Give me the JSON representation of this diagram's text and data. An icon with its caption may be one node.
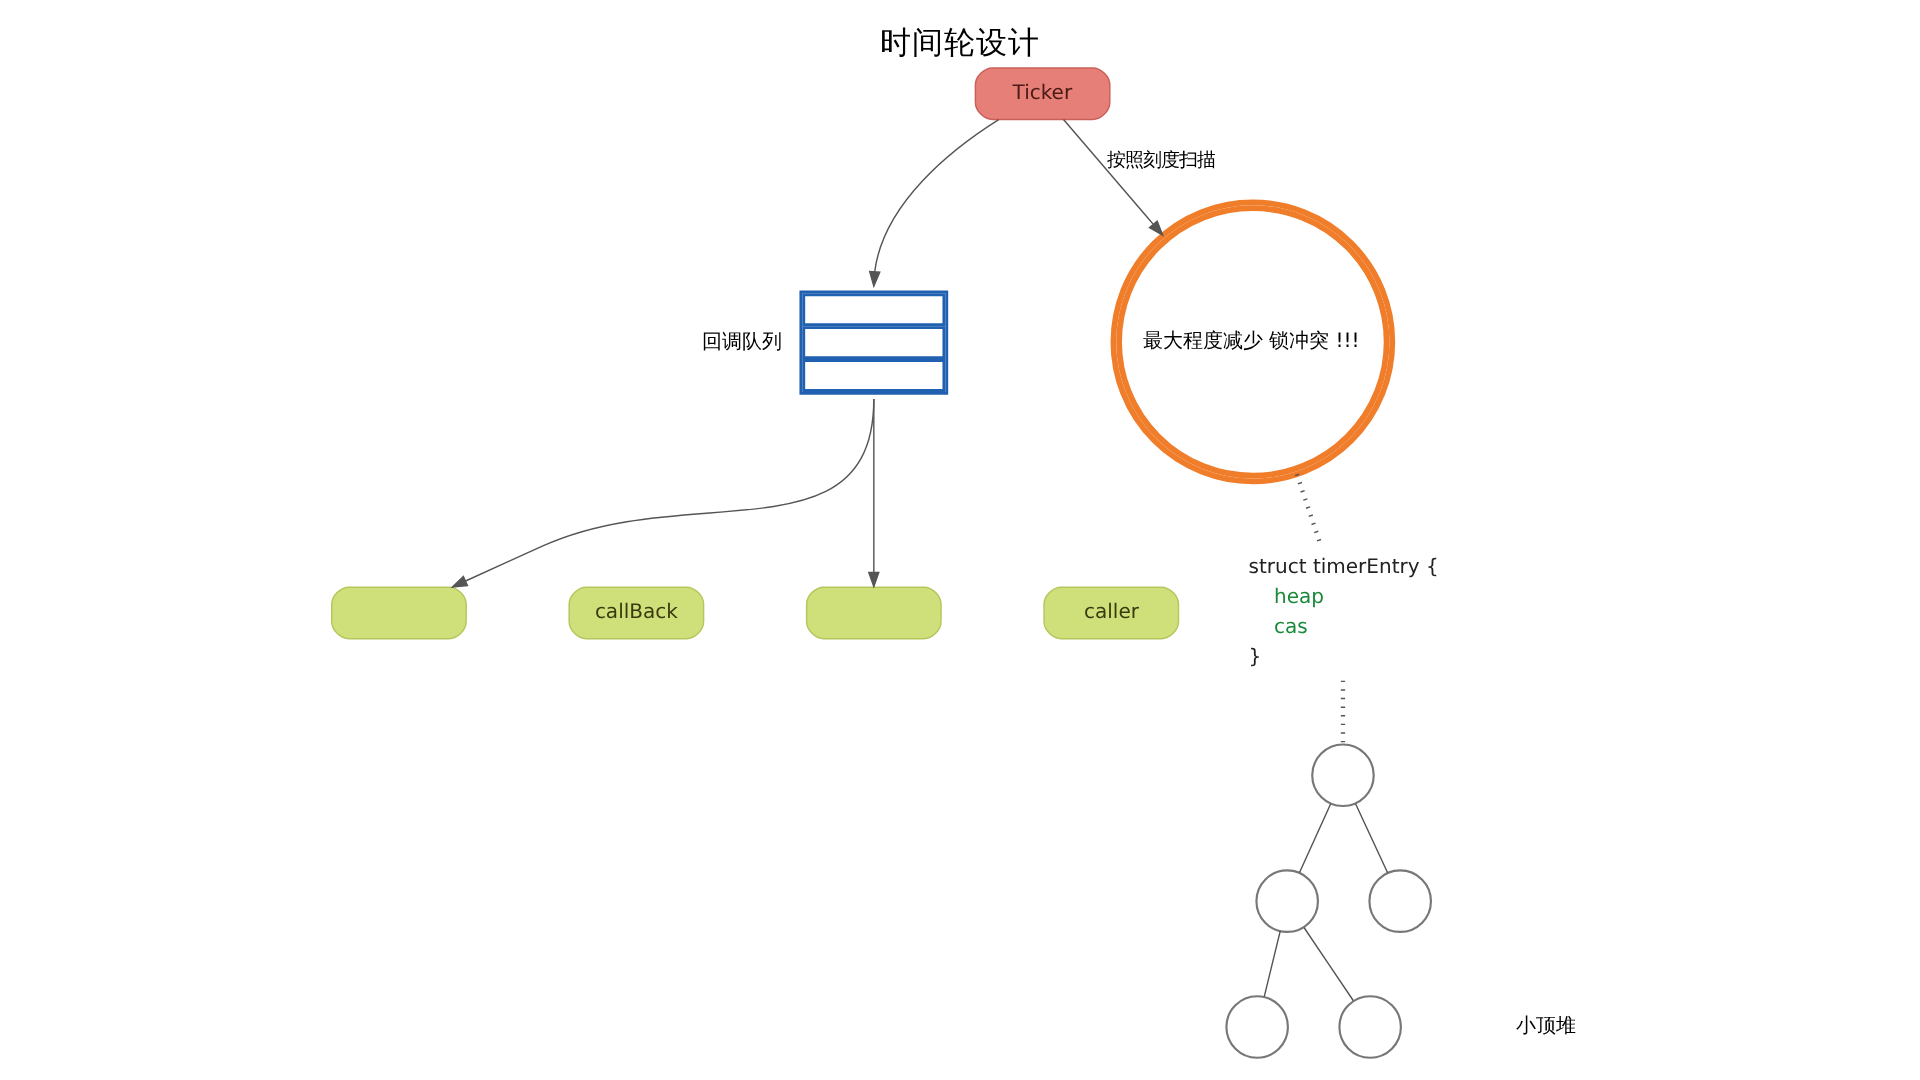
{
  "diagram": {
    "title": "时间轮设计",
    "nodes": [
      {
        "text": [
          "Ticker"
        ]
      },
      {
        "text": [],
        "shape": "box",
        "beside": [
          "回调队列"
        ]
      },
      {
        "text": [],
        "shape": "box"
      },
      {
        "text": [
          "callBack"
        ]
      },
      {
        "text": [],
        "shape": "box"
      },
      {
        "text": [
          "caller"
        ]
      },
      {
        "text": [
          "最大程度减少 锁冲突 !!!"
        ]
      },
      {
        "text": [
          "struct timerEntry {",
          "heap",
          "cas",
          "}"
        ]
      },
      {
        "text": [],
        "shape": "circle"
      },
      {
        "text": [],
        "shape": "circle"
      },
      {
        "text": [],
        "shape": "circle"
      },
      {
        "text": [],
        "shape": "circle"
      },
      {
        "text": [],
        "shape": "circle"
      }
    ],
    "edges": [
      {
        "from": 0,
        "to": 6,
        "arrow": "to",
        "label": "按照刻度扫描"
      },
      {
        "from": 0,
        "to": 1,
        "arrow": "to"
      },
      {
        "from": 1,
        "to": 2,
        "arrow": "to"
      },
      {
        "from": 1,
        "to": 4,
        "arrow": "to"
      },
      {
        "from": 6,
        "to": 7,
        "arrow": "none",
        "style": "dashed"
      },
      {
        "from": 7,
        "to": 8,
        "arrow": "none",
        "style": "dashed"
      },
      {
        "from": 8,
        "to": 9,
        "arrow": "none"
      },
      {
        "from": 8,
        "to": 10,
        "arrow": "none"
      },
      {
        "from": 9,
        "to": 11,
        "arrow": "none"
      },
      {
        "from": 9,
        "to": 12,
        "arrow": "none"
      }
    ],
    "labels": [
      "小顶堆"
    ]
  }
}
